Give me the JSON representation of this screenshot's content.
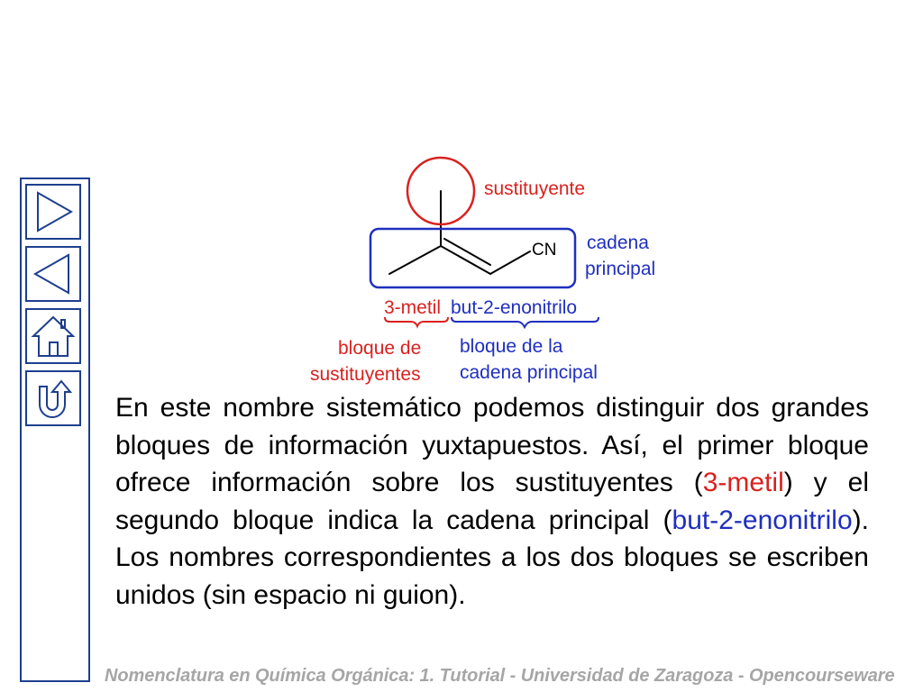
{
  "navigation": {
    "items": [
      {
        "id": "next",
        "icon": "play-right-triangle-icon"
      },
      {
        "id": "previous",
        "icon": "play-left-triangle-icon"
      },
      {
        "id": "home",
        "icon": "house-icon"
      },
      {
        "id": "back",
        "icon": "u-turn-arrow-icon"
      }
    ],
    "border_color": "#1e3f8f"
  },
  "diagram": {
    "group_label": "CN",
    "substituent_label": "sustituyente",
    "main_chain_label_line1": "cadena",
    "main_chain_label_line2": "principal",
    "name_part1": "3-metil",
    "name_part2": "but-2-enonitrilo",
    "block1_label_line1": "bloque de",
    "block1_label_line2": "sustituyentes",
    "block2_label_line1": "bloque de la",
    "block2_label_line2": "cadena principal",
    "colors": {
      "substituent": "#d9221f",
      "main_chain": "#1f2fbf"
    }
  },
  "paragraph": {
    "text_before_1": "En este nombre sistemático podemos distinguir dos grandes bloques de información yuxtapuestos. Así, el primer bloque ofrece información sobre los sustituyentes (",
    "highlight_1": "3-metil",
    "text_between": ") y el segundo bloque indica la cadena principal (",
    "highlight_2": "but-2-enonitrilo",
    "text_after_2": "). Los nombres correspondientes a los dos bloques se escriben unidos (sin espacio ni guion)."
  },
  "footer": {
    "text": "Nomenclatura en Química Orgánica: 1. Tutorial - Universidad de Zaragoza - Opencourseware"
  }
}
